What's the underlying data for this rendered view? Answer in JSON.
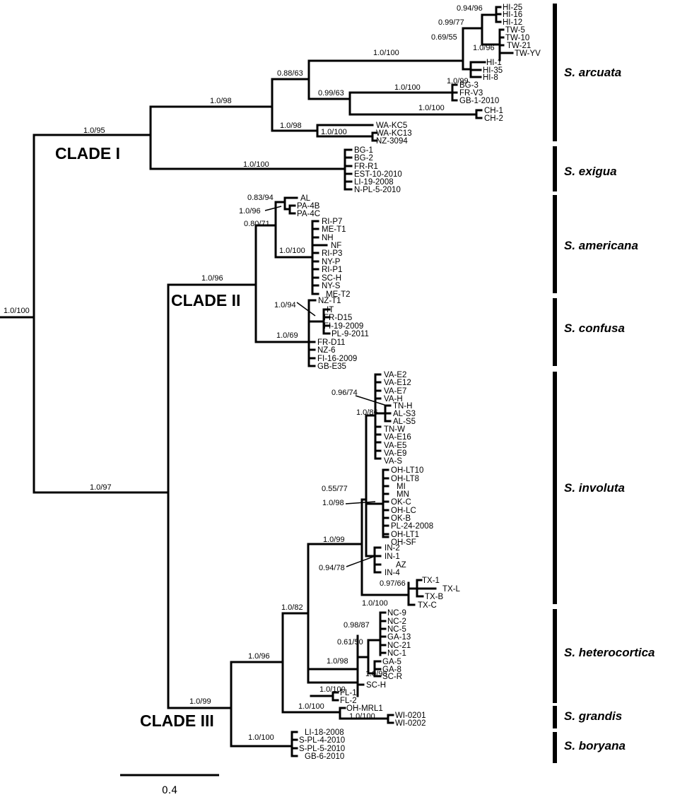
{
  "clades": [
    "CLADE I",
    "CLADE II",
    "CLADE III"
  ],
  "species": [
    "S. arcuata",
    "S. exigua",
    "S. americana",
    "S. confusa",
    "S. involuta",
    "S. heterocortica",
    "S. grandis",
    "S. boryana"
  ],
  "scale_label": "0.4",
  "leaves": [
    "HI-25",
    "HI-16",
    "HI-12",
    "TW-5",
    "TW-10",
    "TW-21",
    "TW-YV",
    "HI-1",
    "HI-35",
    "HI-8",
    "BG-3",
    "FR-V3",
    "GB-1-2010",
    "CH-1",
    "CH-2",
    "WA-KC5",
    "WA-KC13",
    "NZ-3094",
    "BG-1",
    "BG-2",
    "FR-R1",
    "EST-10-2010",
    "LI-19-2008",
    "N-PL-5-2010",
    "AL",
    "PA-4B",
    "PA-4C",
    "RI-P7",
    "ME-T1",
    "NH",
    "NF",
    "RI-P3",
    "NY-P",
    "RI-P1",
    "SC-H",
    "NY-S",
    "ME-T2",
    "NZ-T1",
    "IT",
    "FR-D15",
    "FI-19-2009",
    "PL-9-2011",
    "FR-D11",
    "NZ-6",
    "FI-16-2009",
    "GB-E35",
    "VA-E2",
    "VA-E12",
    "VA-E7",
    "VA-H",
    "TN-H",
    "AL-S3",
    "AL-S5",
    "TN-W",
    "VA-E16",
    "VA-E5",
    "VA-E9",
    "VA-S",
    "OH-LT10",
    "OH-LT8",
    "MI",
    "MN",
    "OK-C",
    "OH-LC",
    "OK-B",
    "PL-24-2008",
    "OH-LT1",
    "OH-SF",
    "IN-2",
    "IN-1",
    "AZ",
    "IN-4",
    "TX-1",
    "TX-L",
    "TX-B",
    "TX-C",
    "NC-9",
    "NC-2",
    "NC-5",
    "GA-13",
    "NC-21",
    "NC-1",
    "GA-5",
    "GA-8",
    "SC-R",
    "SC-H",
    "FL-1",
    "FL-2",
    "OH-MRL1",
    "WI-0201",
    "WI-0202",
    "LI-18-2008",
    "S-PL-4-2010",
    "S-PL-5-2010",
    "GB-6-2010"
  ],
  "supports": [
    "1.0/100",
    "1.0/95",
    "1.0/98",
    "0.88/63",
    "1.0/100",
    "0.69/55",
    "0.99/77",
    "0.94/96",
    "1.0/96",
    "1.0/99",
    "0.99/63",
    "1.0/100",
    "1.0/100",
    "1.0/98",
    "1.0/100",
    "1.0/100",
    "1.0/97",
    "1.0/96",
    "0.80/71",
    "0.83/94",
    "1.0/96",
    "1.0/100",
    "1.0/69",
    "1.0/94",
    "1.0/99",
    "1.0/96",
    "1.0/82",
    "1.0/99",
    "0.55/77",
    "1.0/86",
    "0.96/74",
    "1.0/98",
    "0.94/78",
    "1.0/100",
    "0.97/66",
    "1.0/96",
    "1.0/98",
    "0.61/50",
    "0.98/87",
    "1.0/98",
    "1.0/100",
    "1.0/100",
    "1.0/100",
    "1.0/100"
  ]
}
